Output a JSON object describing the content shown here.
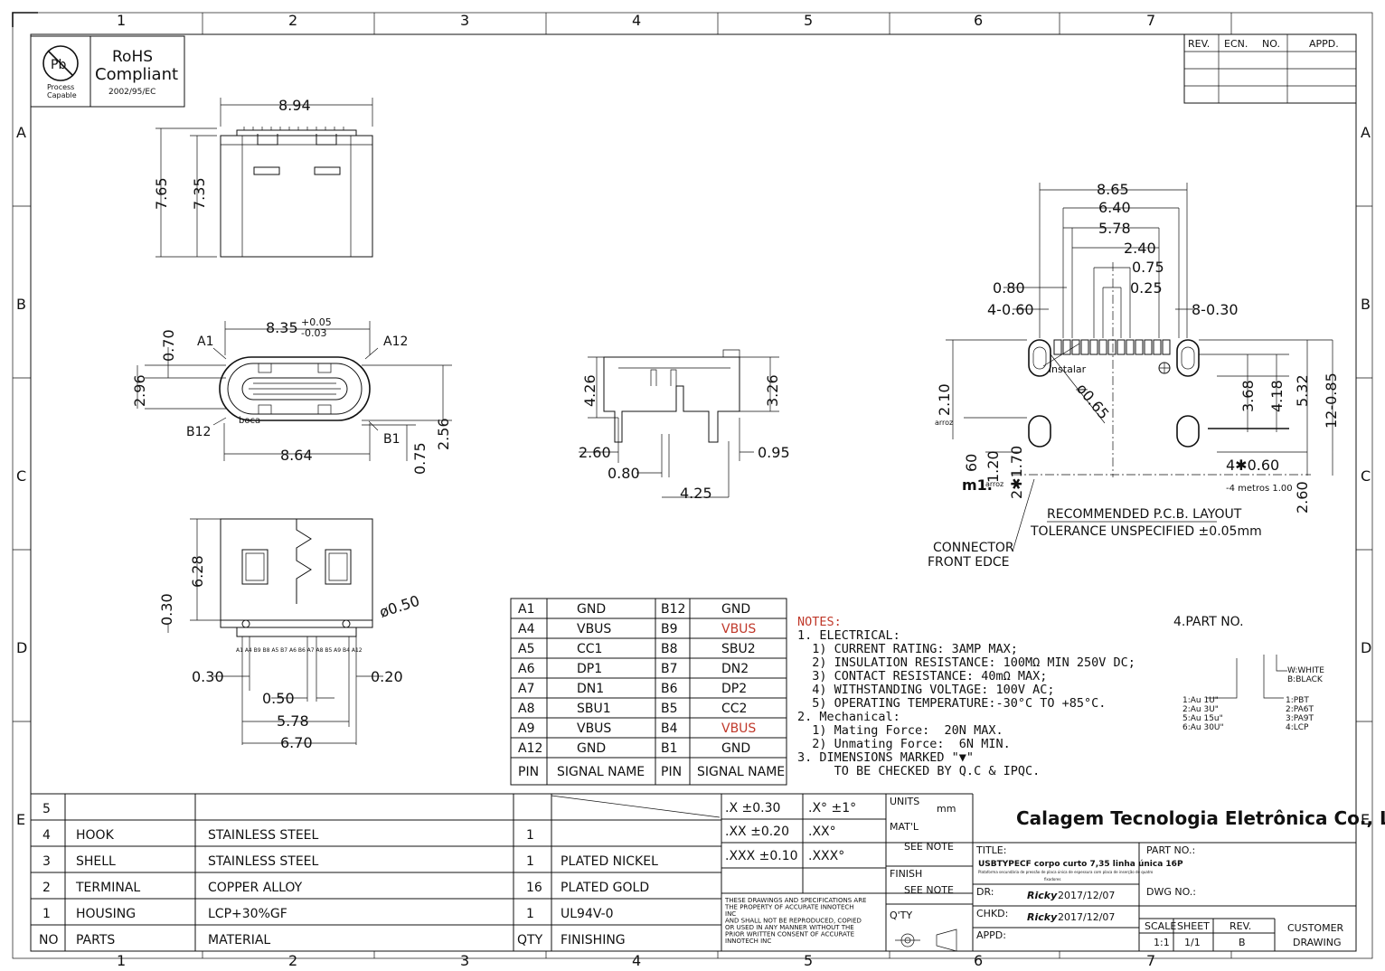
{
  "zone_labels": {
    "columns": [
      "1",
      "2",
      "3",
      "4",
      "5",
      "6",
      "7"
    ],
    "rows": [
      "A",
      "B",
      "C",
      "D",
      "E"
    ]
  },
  "rohs": {
    "title": "RoHS",
    "subtitle": "Compliant",
    "directive": "2002/95/EC",
    "pb_symbol": "Pb",
    "process_line1": "Process",
    "process_line2": "Capable"
  },
  "revision_block": {
    "headers": [
      "REV.",
      "ECN.",
      "NO.",
      "APPD."
    ]
  },
  "top_view": {
    "width": "8.94",
    "height_outer": "7.65",
    "height_inner": "7.35"
  },
  "front_view": {
    "width_top": "8.35",
    "tol_plus": "+0.05",
    "tol_minus": "-0.03",
    "dim_070": "0.70",
    "dim_296": "2.96",
    "label_a1": "A1",
    "label_a12": "A12",
    "label_b12": "B12",
    "label_b1": "B1",
    "label_boca": "boca",
    "width_bottom": "8.64",
    "dim_256": "2.56",
    "dim_075": "0.75"
  },
  "side_view": {
    "dim_426": "4.26",
    "dim_326": "3.26",
    "dim_260": "2.60",
    "dim_095": "0.95",
    "dim_080": "0.80",
    "dim_425": "4.25"
  },
  "bottom_view": {
    "dim_628": "6.28",
    "dim_030": "0.30",
    "dim_phi050": "ø0.50",
    "dim_030b": "0.30",
    "dim_020": "0.20",
    "dim_050": "0.50",
    "dim_578": "5.78",
    "dim_670": "6.70",
    "pin_labels": "A1 A4 B9 B8 A5 B7 A6 B6 A7 A8 B5 A9 B4 A12"
  },
  "pcb_layout": {
    "dim_865": "8.65",
    "dim_640": "6.40",
    "dim_578": "5.78",
    "dim_240": "2.40",
    "dim_075": "0.75",
    "dim_025": "0.25",
    "dim_080": "0.80",
    "dim_4x060": "4-0.60",
    "dim_8x030": "8-0.30",
    "label_instalar": "instalar",
    "dim_phi065": "ø0.65",
    "dim_210": "2.10",
    "label_arroz": "arroz",
    "dim_368": "3.68",
    "dim_418": "4.18",
    "dim_532": "5.32",
    "dim_12x085": "12-0.85",
    "dim_120": "1.20",
    "dim_2x170": "2✱1.70",
    "dim_m1": "m1.",
    "dim_60": "60",
    "dim_4x060b": "4✱0.60",
    "label_4metros": "-4 metros 1.00",
    "dim_260": "2.60",
    "title": "RECOMMENDED   P.C.B. LAYOUT",
    "tolerance": "TOLERANCE  UNSPECIFIED  ±0.05mm",
    "front_edge_line1": "CONNECTOR",
    "front_edge_line2": "FRONT  EDCE"
  },
  "pin_table": {
    "rows": [
      [
        "A1",
        "GND",
        "B12",
        "GND"
      ],
      [
        "A4",
        "VBUS",
        "B9",
        "VBUS"
      ],
      [
        "A5",
        "CC1",
        "B8",
        "SBU2"
      ],
      [
        "A6",
        "DP1",
        "B7",
        "DN2"
      ],
      [
        "A7",
        "DN1",
        "B6",
        "DP2"
      ],
      [
        "A8",
        "SBU1",
        "B5",
        "CC2"
      ],
      [
        "A9",
        "VBUS",
        "B4",
        "VBUS"
      ],
      [
        "A12",
        "GND",
        "B1",
        "GND"
      ]
    ],
    "header": [
      "PIN",
      "SIGNAL NAME",
      "PIN",
      "SIGNAL NAME"
    ]
  },
  "notes": {
    "title": "NOTES:",
    "lines": [
      "1. ELECTRICAL:",
      "  1) CURRENT RATING: 3AMP MAX;",
      "  2) INSULATION RESISTANCE: 100MΩ MIN 250V DC;",
      "  3) CONTACT RESISTANCE: 40mΩ MAX;",
      "  4) WITHSTANDING VOLTAGE: 100V AC;",
      "  5) OPERATING TEMPERATURE:-30°C TO +85°C.",
      "2. Mechanical:",
      "  1) Mating Force:  20N MAX.",
      "  2) Unmating Force:  6N MIN.",
      "3. DIMENSIONS MARKED \"▼\"",
      "     TO BE CHECKED BY Q.C & IPQC."
    ]
  },
  "part_no": {
    "title": "4.PART  NO.",
    "color": [
      "W:WHITE",
      "B:BLACK"
    ],
    "plating": [
      "1:Au 1U\"",
      "2:Au 3U\"",
      "5:Au 15u\"",
      "6:Au 30U\""
    ],
    "material": [
      "1:PBT",
      "2:PA6T",
      "3:PA9T",
      "4:LCP"
    ]
  },
  "bom": {
    "rows": [
      {
        "no": "5",
        "part": "",
        "material": "",
        "qty": "",
        "finish": ""
      },
      {
        "no": "4",
        "part": "HOOK",
        "material": "STAINLESS STEEL",
        "qty": "1",
        "finish": ""
      },
      {
        "no": "3",
        "part": "SHELL",
        "material": "STAINLESS STEEL",
        "qty": "1",
        "finish": "PLATED NICKEL"
      },
      {
        "no": "2",
        "part": "TERMINAL",
        "material": "COPPER ALLOY",
        "qty": "16",
        "finish": "PLATED GOLD"
      },
      {
        "no": "1",
        "part": "HOUSING",
        "material": "LCP+30%GF",
        "qty": "1",
        "finish": "UL94V-0"
      }
    ],
    "header": {
      "no": "NO",
      "part": "PARTS",
      "material": "MATERIAL",
      "qty": "QTY",
      "finish": "FINISHING"
    }
  },
  "tolerances": {
    "x1": ".X ±0.30",
    "x2": ".XX ±0.20",
    "x3": ".XXX ±0.10",
    "a1": ".X°  ±1°",
    "a2": ".XX°",
    "a3": ".XXX°"
  },
  "units": {
    "label": "UNITS",
    "value": "mm"
  },
  "matl": {
    "label": "MAT'L",
    "value": "SEE NOTE"
  },
  "finish": {
    "label": "FINISH",
    "value": "SEE NOTE"
  },
  "qty": {
    "label": "Q'TY"
  },
  "disclaimer": [
    "THESE DRAWINGS AND SPECIFICATIONS ARE",
    "THE PROPERTY OF ACCURATE INNOTECH",
    "INC",
    "AND SHALL NOT BE REPRODUCED, COPIED",
    "OR USED IN ANY MANNER WITHOUT THE",
    "PRIOR WRITTEN CONSENT OF  ACCURATE",
    "INNOTECH INC"
  ],
  "company": "Calagem Tecnologia Eletrônica Co., Ltd.",
  "title_block": {
    "title_label": "TITLE:",
    "title": "USBTYPECF corpo curto 7,35 linha única 16P",
    "title_sub": "Plataforma secundária de pressão de placa única de espessura com placa de inserção de quatro",
    "title_sub2": "fixadores",
    "dr_label": "DR:",
    "dr_name": "Ricky",
    "dr_date": "2017/12/07",
    "chkd_label": "CHKD:",
    "chkd_name": "Ricky",
    "chkd_date": "2017/12/07",
    "appd_label": "APPD:",
    "part_no_label": "PART NO.:",
    "dwg_no_label": "DWG NO.:",
    "scale_label": "SCALE",
    "scale": "1:1",
    "sheet_label": "SHEET",
    "sheet": "1/1",
    "rev_label": "REV.",
    "rev": "B",
    "customer_line1": "CUSTOMER",
    "customer_line2": "DRAWING"
  }
}
